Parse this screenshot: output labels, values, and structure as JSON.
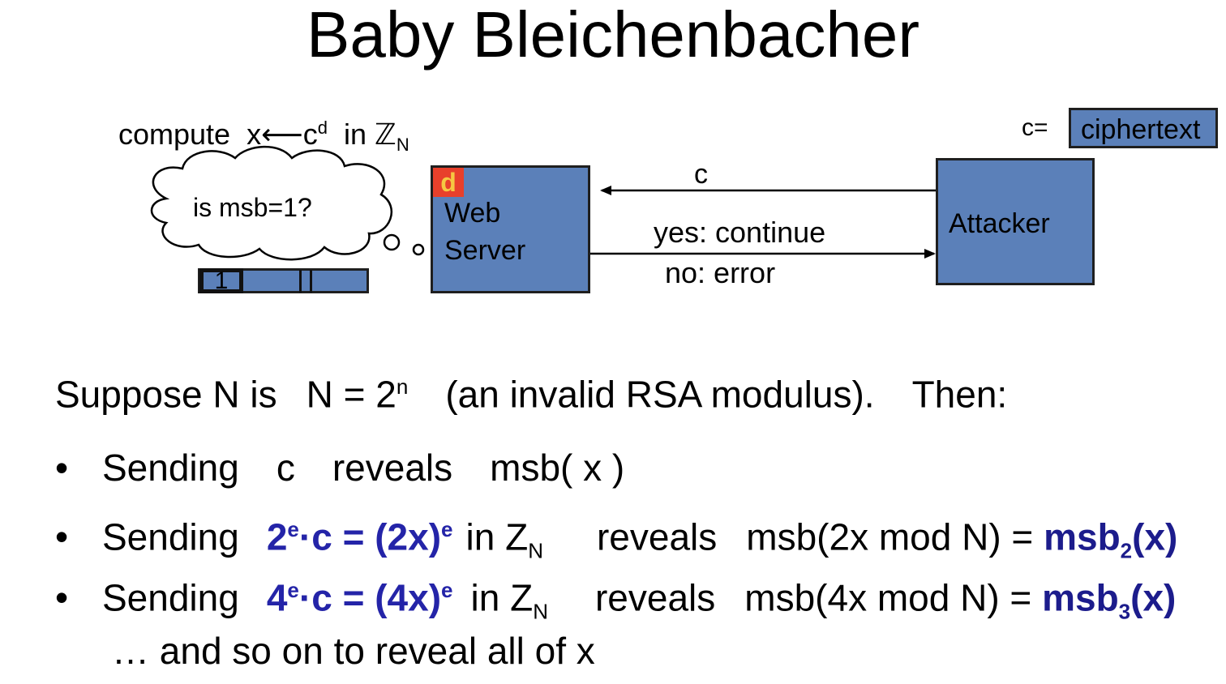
{
  "title": "Baby Bleichenbacher",
  "diagram": {
    "compute": {
      "prefix": "compute",
      "x": "x",
      "arrow": "⟵",
      "c": "c",
      "exp_d": "d",
      "in": "in",
      "ring": "ℤ",
      "ring_sub": "N"
    },
    "cloud_text": "is msb=1?",
    "server": {
      "key": "d",
      "label_line1": "Web",
      "label_line2": "Server"
    },
    "attacker": {
      "label": "Attacker"
    },
    "ciphertext": {
      "prefix": "c=",
      "label": "ciphertext"
    },
    "arrow_top_label": "c",
    "reply_yes": "yes: continue",
    "reply_no": "no: error",
    "bit_box": "1"
  },
  "body": {
    "suppose": {
      "a": "Suppose N is",
      "b": "N = 2",
      "b_sup": "n",
      "c": "(an invalid RSA modulus).",
      "d": "Then:"
    },
    "bullets": [
      {
        "sending": "Sending",
        "what": "c",
        "reveals": "reveals",
        "result": "msb( x )"
      },
      {
        "sending": "Sending",
        "what_a": "2",
        "what_sup_a": "e",
        "what_b": "·c = (2x)",
        "what_sup_b": "e",
        "in": "in Z",
        "in_sub": "N",
        "reveals": "reveals",
        "result_a": "msb(2x mod N) = ",
        "result_b": "msb",
        "result_sub": "2",
        "result_c": "(x)"
      },
      {
        "sending": "Sending",
        "what_a": "4",
        "what_sup_a": "e",
        "what_b": "·c = (4x)",
        "what_sup_b": "e",
        "in": "in Z",
        "in_sub": "N",
        "reveals": "reveals",
        "result_a": "msb(4x mod N) = ",
        "result_b": "msb",
        "result_sub": "3",
        "result_c": "(x)"
      }
    ],
    "final": "… and so on to reveal all of x"
  },
  "colors": {
    "box": "#5b80b9",
    "key_bg": "#e8402b",
    "key_fg": "#f5c842",
    "highlight": "#2424a8"
  }
}
